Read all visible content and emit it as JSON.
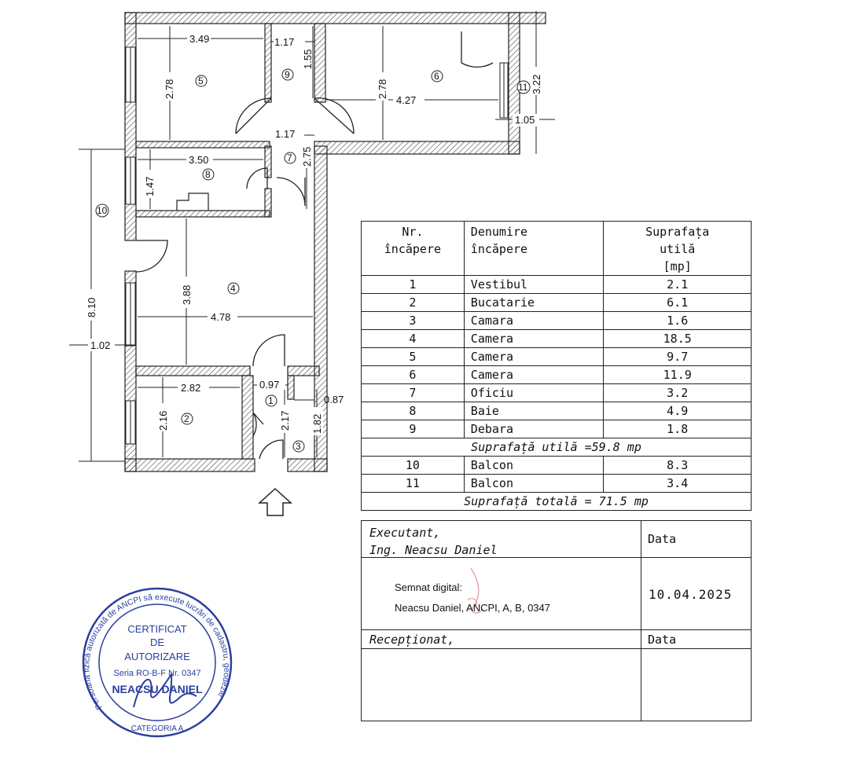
{
  "rooms": {
    "r1": "1",
    "r2": "2",
    "r3": "3",
    "r4": "4",
    "r5": "5",
    "r6": "6",
    "r7": "7",
    "r8": "8",
    "r9": "9",
    "r10": "10",
    "r11": "11"
  },
  "dimensions": {
    "d349": "3.49",
    "d117a": "1.17",
    "d155": "1.55",
    "d278a": "2.78",
    "d278b": "2.78",
    "d427": "4.27",
    "d322": "3.22",
    "d105": "1.05",
    "d117b": "1.17",
    "d275": "2.75",
    "d350": "3.50",
    "d147": "1.47",
    "d810": "8.10",
    "d388": "3.88",
    "d478": "4.78",
    "d102": "1.02",
    "d282": "2.82",
    "d097": "0.97",
    "d087": "0.87",
    "d216": "2.16",
    "d217": "2.17",
    "d182": "1.82"
  },
  "table": {
    "headers": {
      "nr_line1": "Nr.",
      "nr_line2": "încăpere",
      "name_line1": "Denumire",
      "name_line2": "încăpere",
      "area_line1": "Suprafața",
      "area_line2": "utilă",
      "area_line3": "[mp]"
    },
    "rows": [
      {
        "nr": "1",
        "name": "Vestibul",
        "area": "2.1"
      },
      {
        "nr": "2",
        "name": "Bucatarie",
        "area": "6.1"
      },
      {
        "nr": "3",
        "name": "Camara",
        "area": "1.6"
      },
      {
        "nr": "4",
        "name": "Camera",
        "area": "18.5"
      },
      {
        "nr": "5",
        "name": "Camera",
        "area": "9.7"
      },
      {
        "nr": "6",
        "name": "Camera",
        "area": "11.9"
      },
      {
        "nr": "7",
        "name": "Oficiu",
        "area": "3.2"
      },
      {
        "nr": "8",
        "name": "Baie",
        "area": "4.9"
      },
      {
        "nr": "9",
        "name": "Debara",
        "area": "1.8"
      }
    ],
    "useful_total": "Suprafață utilă =59.8 mp",
    "balconies": [
      {
        "nr": "10",
        "name": "Balcon",
        "area": "8.3"
      },
      {
        "nr": "11",
        "name": "Balcon",
        "area": "3.4"
      }
    ],
    "grand_total": "Suprafață totală = 71.5 mp"
  },
  "signature_block": {
    "executant_line1": "Executant,",
    "executant_line2": "Ing. Neacsu Daniel",
    "data_label_1": "Data",
    "digital_line1": "Semnat digital:",
    "digital_line2": "Neacsu Daniel, ANCPI, A, B, 0347",
    "date": "10.04.2025",
    "received_label": "Recepționat,",
    "data_label_2": "Data"
  },
  "stamp": {
    "ring_text": "Persoană fizică autorizată de ANCPI să execute lucrări de cadastru, geodezie și cartografie",
    "line1": "CERTIFICAT",
    "line2": "DE",
    "line3": "AUTORIZARE",
    "line4": "Seria RO-B-F Nr. 0347",
    "line5": "NEACSU DANIEL",
    "line6": "CATEGORIA A"
  },
  "colors": {
    "wall_hatch": "#555555",
    "stamp_blue": "#2a3f9e",
    "signature_pink": "#e6a0a8"
  }
}
